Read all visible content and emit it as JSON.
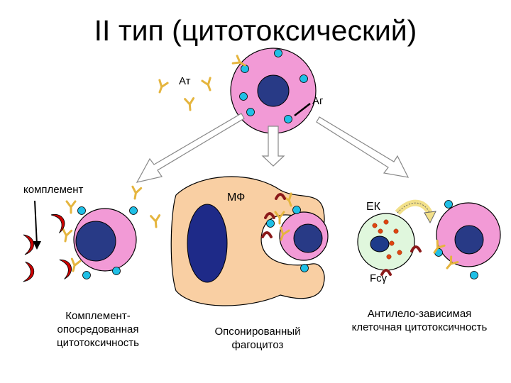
{
  "title": "II тип (цитотоксический)",
  "labels": {
    "antibody": "Ат",
    "antigen": "Аг",
    "complement": "комплемент",
    "macrophage": "МФ",
    "nk_cell": "ЕК",
    "fc_receptor": "Fcγ"
  },
  "captions": {
    "complement": "Комплемент-опосредованная цитотоксичность",
    "phagocytosis": "Опсонированный фагоцитоз",
    "adcc": "Антилело-зависимая клеточная цитотоксичность"
  },
  "colors": {
    "cell_fill": "#f29ad6",
    "nucleus": "#283a86",
    "antigen": "#1fbfe6",
    "antibody": "#e5b53e",
    "complement": "#cc0000",
    "fc_receptor": "#8b1a1a",
    "macrophage": "#f9cfa3",
    "macrophage_nucleus": "#1e2a88",
    "nk_cell": "#e0f7dd",
    "nk_nucleus": "#1e3b8a",
    "nk_granule": "#e04510",
    "cytokine_arrow": "#f2e08a"
  }
}
